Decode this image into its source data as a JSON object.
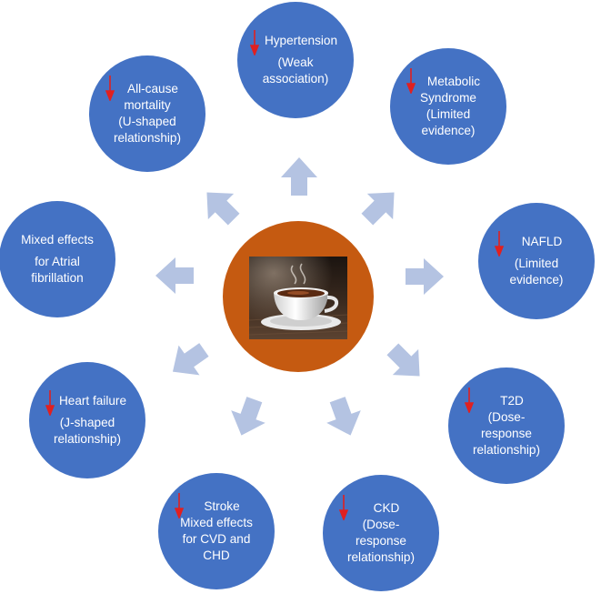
{
  "colors": {
    "node_fill": "#4472c4",
    "center_fill": "#c55a11",
    "connector_fill": "#b4c3e2",
    "decrease_arrow": "#e02020"
  },
  "center": {
    "image": "coffee-cup-photo"
  },
  "nodes": [
    {
      "id": "hypertension",
      "lines": [
        "Hypertension",
        "(Weak",
        "association)"
      ],
      "decrease_arrow": true
    },
    {
      "id": "metabolic-syndrome",
      "lines": [
        "Metabolic",
        "Syndrome",
        "(Limited",
        "evidence)"
      ],
      "decrease_arrow": true
    },
    {
      "id": "nafld",
      "lines": [
        "NAFLD",
        "(Limited",
        "evidence)"
      ],
      "decrease_arrow": true
    },
    {
      "id": "t2d",
      "lines": [
        "T2D",
        "(Dose-",
        "response",
        "relationship)"
      ],
      "decrease_arrow": true
    },
    {
      "id": "ckd",
      "lines": [
        "CKD",
        "(Dose-",
        "response",
        "relationship)"
      ],
      "decrease_arrow": true
    },
    {
      "id": "stroke",
      "lines": [
        "Stroke",
        "Mixed effects",
        "for CVD and",
        "CHD"
      ],
      "decrease_arrow": true
    },
    {
      "id": "heart-failure",
      "lines": [
        "Heart failure",
        "(J-shaped",
        "relationship)"
      ],
      "decrease_arrow": true
    },
    {
      "id": "atrial-fibrillation",
      "lines": [
        "Mixed effects",
        "for Atrial",
        "fibrillation"
      ],
      "decrease_arrow": false
    },
    {
      "id": "all-cause-mortality",
      "lines": [
        "All-cause",
        "mortality",
        "(U-shaped",
        "relationship)"
      ],
      "decrease_arrow": true
    }
  ]
}
